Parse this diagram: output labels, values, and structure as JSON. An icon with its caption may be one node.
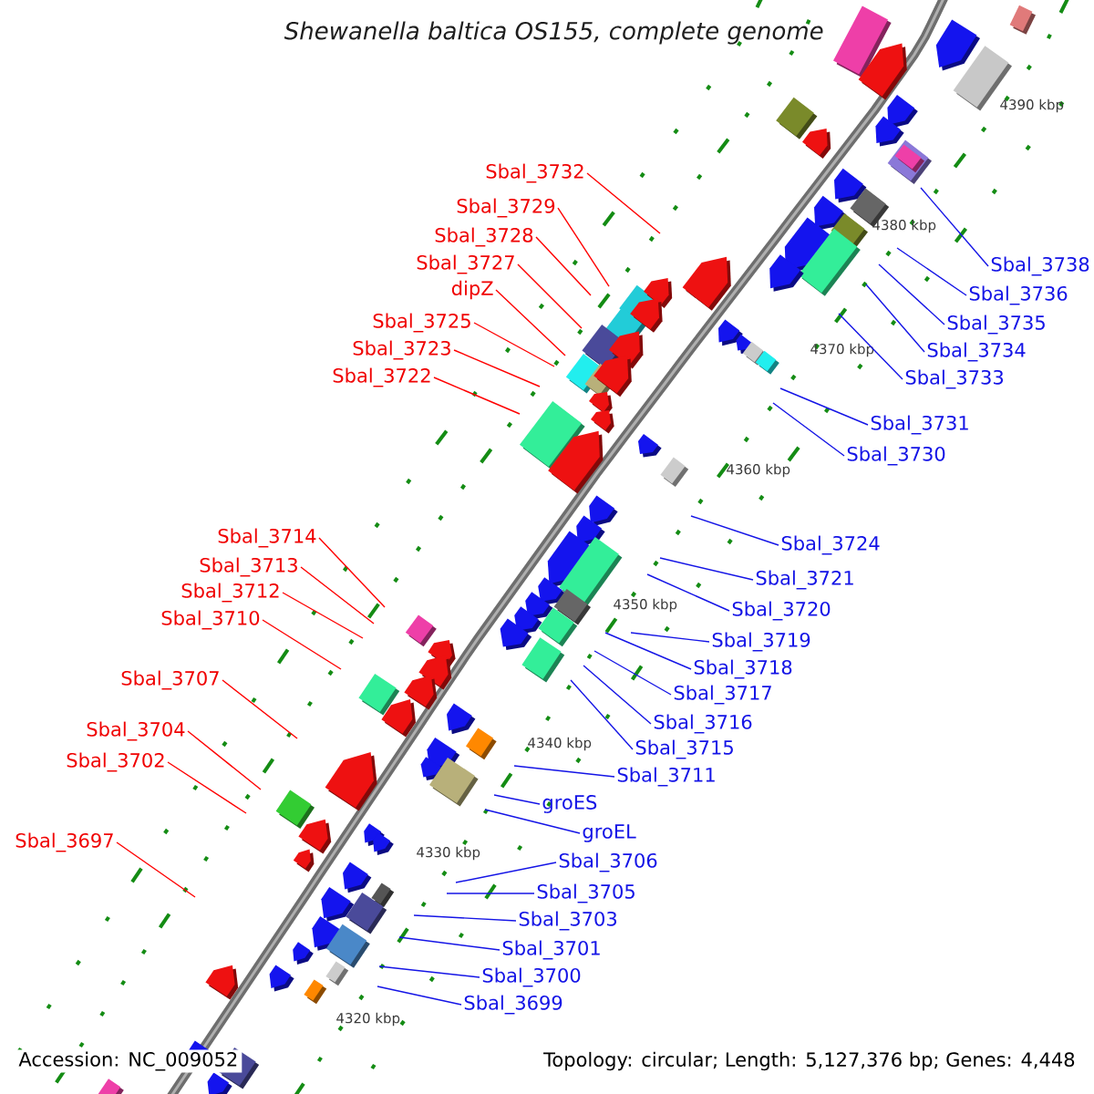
{
  "diagram": {
    "title": "Shewanella baltica OS155, complete genome",
    "nodes": [
      {
        "text": [
          "Sbal_3732"
        ]
      },
      {
        "text": [
          "Sbal_3729"
        ]
      },
      {
        "text": [
          "Sbal_3728"
        ]
      },
      {
        "text": [
          "Sbal_3727"
        ]
      },
      {
        "text": [
          "dipZ"
        ]
      },
      {
        "text": [
          "Sbal_3725"
        ]
      },
      {
        "text": [
          "Sbal_3723"
        ]
      },
      {
        "text": [
          "Sbal_3722"
        ]
      },
      {
        "text": [
          "Sbal_3714"
        ]
      },
      {
        "text": [
          "Sbal_3713"
        ]
      },
      {
        "text": [
          "Sbal_3712"
        ]
      },
      {
        "text": [
          "Sbal_3710"
        ]
      },
      {
        "text": [
          "Sbal_3707"
        ]
      },
      {
        "text": [
          "Sbal_3704"
        ]
      },
      {
        "text": [
          "Sbal_3702"
        ]
      },
      {
        "text": [
          "Sbal_3697"
        ]
      },
      {
        "text": [
          "Sbal_3738"
        ]
      },
      {
        "text": [
          "Sbal_3736"
        ]
      },
      {
        "text": [
          "Sbal_3735"
        ]
      },
      {
        "text": [
          "Sbal_3734"
        ]
      },
      {
        "text": [
          "Sbal_3733"
        ]
      },
      {
        "text": [
          "Sbal_3731"
        ]
      },
      {
        "text": [
          "Sbal_3730"
        ]
      },
      {
        "text": [
          "Sbal_3724"
        ]
      },
      {
        "text": [
          "Sbal_3721"
        ]
      },
      {
        "text": [
          "Sbal_3720"
        ]
      },
      {
        "text": [
          "Sbal_3719"
        ]
      },
      {
        "text": [
          "Sbal_3718"
        ]
      },
      {
        "text": [
          "Sbal_3717"
        ]
      },
      {
        "text": [
          "Sbal_3716"
        ]
      },
      {
        "text": [
          "Sbal_3715"
        ]
      },
      {
        "text": [
          "Sbal_3711"
        ]
      },
      {
        "text": [
          "groES"
        ]
      },
      {
        "text": [
          "groEL"
        ]
      },
      {
        "text": [
          "Sbal_3706"
        ]
      },
      {
        "text": [
          "Sbal_3705"
        ]
      },
      {
        "text": [
          "Sbal_3703"
        ]
      },
      {
        "text": [
          "Sbal_3701"
        ]
      },
      {
        "text": [
          "Sbal_3700"
        ]
      },
      {
        "text": [
          "Sbal_3699"
        ]
      }
    ],
    "edges": [
      {
        "from": 0,
        "to": null,
        "arrow": "none",
        "color": "#ff0000"
      },
      {
        "from": 1,
        "to": null,
        "arrow": "none",
        "color": "#ff0000"
      },
      {
        "from": 2,
        "to": null,
        "arrow": "none",
        "color": "#ff0000"
      },
      {
        "from": 3,
        "to": null,
        "arrow": "none",
        "color": "#ff0000"
      },
      {
        "from": 4,
        "to": null,
        "arrow": "none",
        "color": "#ff0000"
      },
      {
        "from": 5,
        "to": null,
        "arrow": "none",
        "color": "#ff0000"
      },
      {
        "from": 6,
        "to": null,
        "arrow": "none",
        "color": "#ff0000"
      },
      {
        "from": 7,
        "to": null,
        "arrow": "none",
        "color": "#ff0000"
      },
      {
        "from": 8,
        "to": null,
        "arrow": "none",
        "color": "#ff0000"
      },
      {
        "from": 9,
        "to": null,
        "arrow": "none",
        "color": "#ff0000"
      },
      {
        "from": 10,
        "to": null,
        "arrow": "none",
        "color": "#ff0000"
      },
      {
        "from": 11,
        "to": null,
        "arrow": "none",
        "color": "#ff0000"
      },
      {
        "from": 12,
        "to": null,
        "arrow": "none",
        "color": "#ff0000"
      },
      {
        "from": 13,
        "to": null,
        "arrow": "none",
        "color": "#ff0000"
      },
      {
        "from": 14,
        "to": null,
        "arrow": "none",
        "color": "#ff0000"
      },
      {
        "from": 15,
        "to": null,
        "arrow": "none",
        "color": "#ff0000"
      },
      {
        "from": 16,
        "to": null,
        "arrow": "none"
      },
      {
        "from": 17,
        "to": null,
        "arrow": "none"
      },
      {
        "from": 18,
        "to": null,
        "arrow": "none"
      },
      {
        "from": 19,
        "to": null,
        "arrow": "none"
      },
      {
        "from": 20,
        "to": null,
        "arrow": "none"
      },
      {
        "from": 21,
        "to": null,
        "arrow": "none"
      },
      {
        "from": 22,
        "to": null,
        "arrow": "none"
      },
      {
        "from": 23,
        "to": null,
        "arrow": "none"
      },
      {
        "from": 24,
        "to": null,
        "arrow": "none"
      },
      {
        "from": 25,
        "to": null,
        "arrow": "none"
      },
      {
        "from": 26,
        "to": null,
        "arrow": "none"
      },
      {
        "from": 27,
        "to": null,
        "arrow": "none"
      },
      {
        "from": 28,
        "to": null,
        "arrow": "none"
      },
      {
        "from": 29,
        "to": null,
        "arrow": "none"
      },
      {
        "from": 30,
        "to": null,
        "arrow": "none"
      },
      {
        "from": 31,
        "to": null,
        "arrow": "none"
      },
      {
        "from": 32,
        "to": null,
        "arrow": "none"
      },
      {
        "from": 33,
        "to": null,
        "arrow": "none"
      },
      {
        "from": 34,
        "to": null,
        "arrow": "none"
      },
      {
        "from": 35,
        "to": null,
        "arrow": "none"
      },
      {
        "from": 36,
        "to": null,
        "arrow": "none"
      },
      {
        "from": 37,
        "to": null,
        "arrow": "none"
      },
      {
        "from": 38,
        "to": null,
        "arrow": "none"
      },
      {
        "from": 39,
        "to": null,
        "arrow": "none"
      }
    ],
    "labels": [
      "4390 kbp",
      "4380 kbp",
      "4370 kbp",
      "4360 kbp",
      "4350 kbp",
      "4340 kbp",
      "4330 kbp",
      "4320 kbp",
      "Accession: NC_009052",
      "Topology: circular; Length: 5,127,376 bp; Genes: 4,448"
    ]
  }
}
